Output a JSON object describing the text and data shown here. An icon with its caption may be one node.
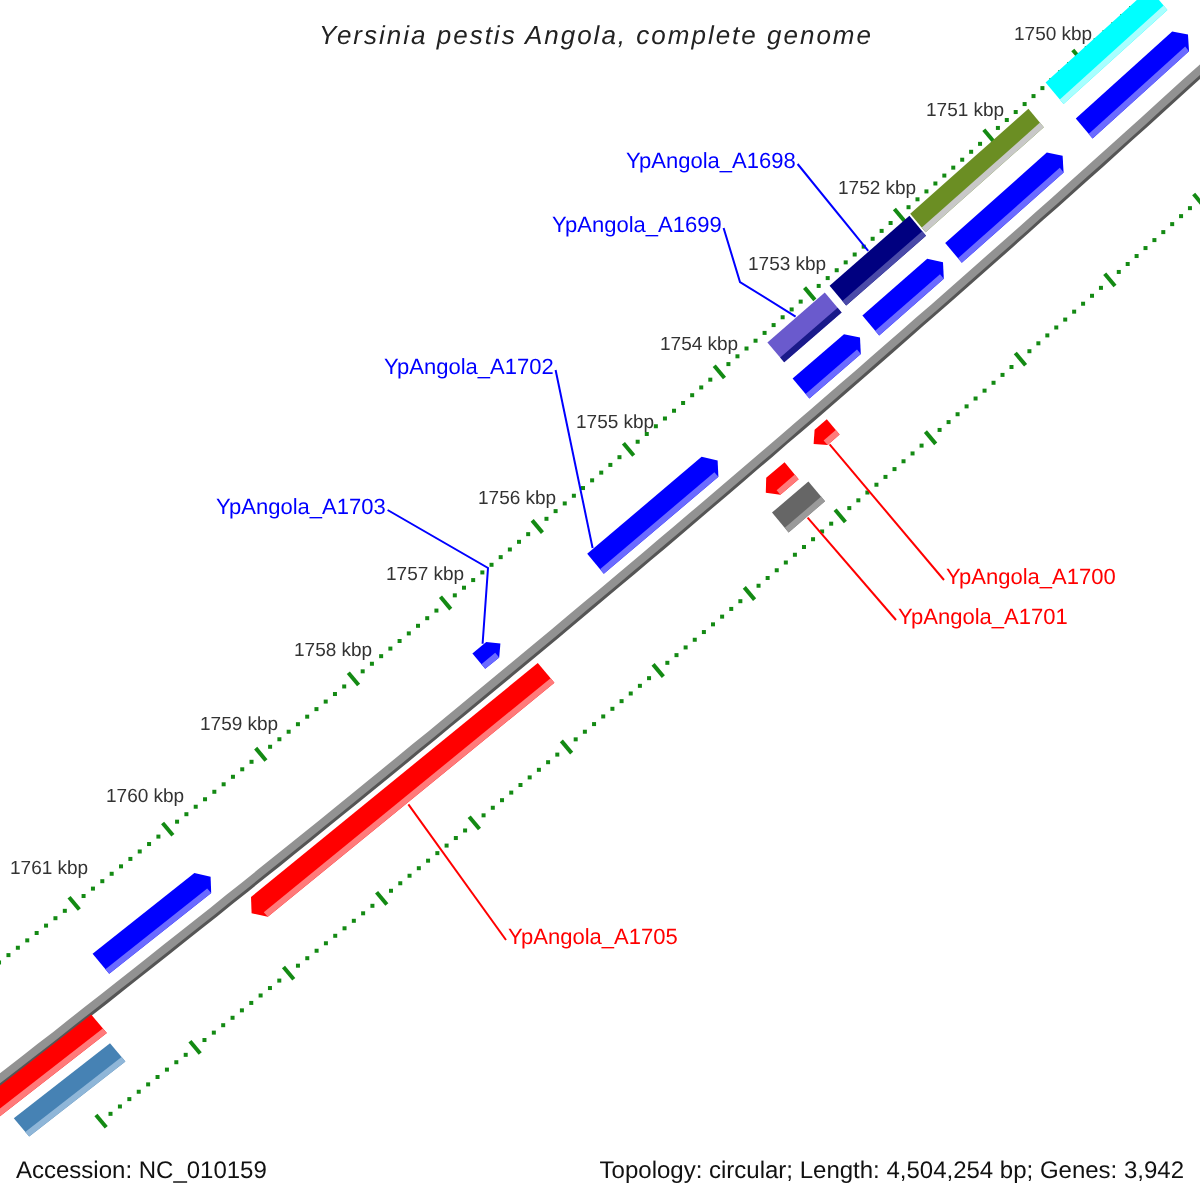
{
  "diagram": {
    "title": "Yersinia pestis Angola, complete genome",
    "nodes": [
      {
        "text": [
          "YpAngola_A1698"
        ]
      },
      {
        "text": [
          "YpAngola_A1699"
        ]
      },
      {
        "text": [
          "YpAngola_A1702"
        ]
      },
      {
        "text": [
          "YpAngola_A1703"
        ]
      },
      {
        "text": [
          "YpAngola_A1700"
        ]
      },
      {
        "text": [
          "YpAngola_A1701"
        ]
      },
      {
        "text": [
          "YpAngola_A1705"
        ]
      },
      {
        "text": [],
        "shape": "bar"
      },
      {
        "text": [],
        "shape": "bar"
      },
      {
        "text": [],
        "shape": "bar"
      },
      {
        "text": [],
        "shape": "bar"
      },
      {
        "text": [],
        "shape": "bar"
      },
      {
        "text": [],
        "shape": "bar"
      },
      {
        "text": [],
        "shape": "bar"
      },
      {
        "text": [],
        "shape": "bar"
      },
      {
        "text": [],
        "shape": "bar"
      },
      {
        "text": [],
        "shape": "bar"
      },
      {
        "text": [],
        "shape": "bar"
      },
      {
        "text": [],
        "shape": "bar"
      },
      {
        "text": [],
        "shape": "bar"
      },
      {
        "text": [],
        "shape": "bar"
      },
      {
        "text": [],
        "shape": "bar"
      },
      {
        "text": [],
        "shape": "bar"
      },
      {
        "text": [],
        "shape": "bar"
      }
    ],
    "edges": [
      {
        "from": 0,
        "to": 11,
        "arrow": "none"
      },
      {
        "from": 1,
        "to": 13,
        "arrow": "none"
      },
      {
        "from": 2,
        "to": 18,
        "arrow": "none"
      },
      {
        "from": 3,
        "to": 19,
        "arrow": "none"
      },
      {
        "from": 4,
        "to": 15,
        "arrow": "none",
        "color": "#ff0000"
      },
      {
        "from": 5,
        "to": 17,
        "arrow": "none",
        "color": "#ff0000"
      },
      {
        "from": 6,
        "to": 20,
        "arrow": "none",
        "color": "#ff0000"
      }
    ],
    "labels": [
      "1750 kbp",
      "1751 kbp",
      "1752 kbp",
      "1753 kbp",
      "1754 kbp",
      "1755 kbp",
      "1756 kbp",
      "1757 kbp",
      "1758 kbp",
      "1759 kbp",
      "1760 kbp",
      "1761 kbp",
      "Accession: NC_010159",
      "Topology: circular; Length: 4,504,254 bp; Genes: 3,942"
    ]
  }
}
